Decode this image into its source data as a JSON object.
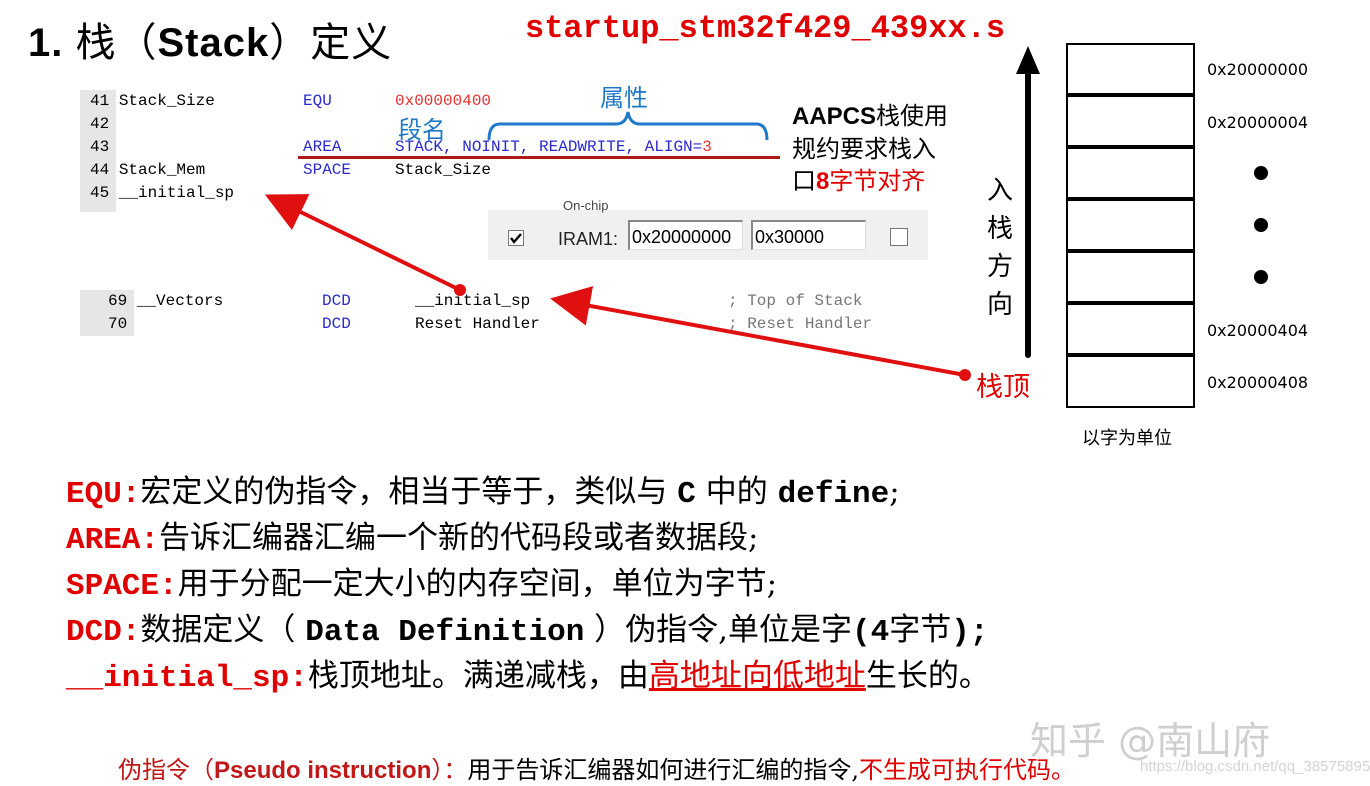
{
  "title": {
    "number": "1.",
    "cn_before": "栈（",
    "en": "Stack",
    "cn_after": "）定义"
  },
  "filename": "startup_stm32f429_439xx.s",
  "code_block_1": {
    "lines": [
      {
        "ln": "41",
        "label": "Stack_Size",
        "op": "EQU",
        "arg": "0x00000400"
      },
      {
        "ln": "42",
        "label": "",
        "op": "",
        "arg": ""
      },
      {
        "ln": "43",
        "label": "",
        "op": "AREA",
        "arg": "STACK, NOINIT, READWRITE, ALIGN=",
        "arg_red": "3"
      },
      {
        "ln": "44",
        "label": "Stack_Mem",
        "op": "SPACE",
        "arg": "Stack_Size"
      },
      {
        "ln": "45",
        "label": "__initial_sp",
        "op": "",
        "arg": ""
      }
    ],
    "annotation_segment_name": "段名",
    "annotation_attributes": "属性"
  },
  "aapcs_note": {
    "line1_bold": "AAPCS",
    "line1_rest": "栈使用",
    "line2": "规约要求栈入",
    "line3_prefix": "口",
    "line3_red_bold": "8",
    "line3_red": "字节对齐"
  },
  "iram_panel": {
    "header": "On-chip",
    "checked": true,
    "label": "IRAM1:",
    "start": "0x20000000",
    "size": "0x30000",
    "noinit_checked": false
  },
  "code_block_2": {
    "lines": [
      {
        "ln": "69",
        "label": "__Vectors",
        "op": "DCD",
        "arg": "__initial_sp",
        "comment": "; Top of Stack"
      },
      {
        "ln": "70",
        "label": "",
        "op": "DCD",
        "arg": "Reset Handler",
        "comment": "; Reset Handler"
      }
    ]
  },
  "stack_diagram": {
    "direction_label": [
      "入",
      "栈",
      "方",
      "向"
    ],
    "top_label": "栈顶",
    "unit_caption": "以字为单位",
    "addresses": [
      "0x20000000",
      "0x20000004",
      "0x20000404",
      "0x20000408"
    ]
  },
  "definitions": [
    {
      "key": "EQU:",
      "text_a": "宏定义的伪指令，相当于等于，类似与 ",
      "mono_a": "C",
      "text_b": " 中的 ",
      "mono_b": "define",
      "text_c": ";"
    },
    {
      "key": "AREA:",
      "text_a": "告诉汇编器汇编一个新的代码段或者数据段;"
    },
    {
      "key": "SPACE:",
      "text_a": "用于分配一定大小的内存空间，单位为字节;"
    },
    {
      "key": "DCD:",
      "text_a": "数据定义（ ",
      "mono_a": "Data Definition",
      "text_b": " ）伪指令,单位是字",
      "mono_b": "(4",
      "text_c": "字节",
      "mono_c": ");"
    },
    {
      "key": "__initial_sp:",
      "text_a": "栈顶地址。满递减栈，由",
      "underline_red": "高地址向低地址",
      "text_b": "生长的。"
    }
  ],
  "footnote": {
    "red_cn": "伪指令（",
    "red_en": "Pseudo instruction",
    "red_cn2": "）：",
    "black": "用于告诉汇编器如何进行汇编的指令,",
    "red_tail": "不生成可执行代码。"
  },
  "watermark": {
    "main": "知乎 @南山府",
    "url": "https://blog.csdn.net/qq_38575895"
  },
  "colors": {
    "red": "#e00000",
    "keyword_blue": "#2a2acf",
    "label_blue": "#1f78c8",
    "line_gray": "#e6e6e6"
  }
}
